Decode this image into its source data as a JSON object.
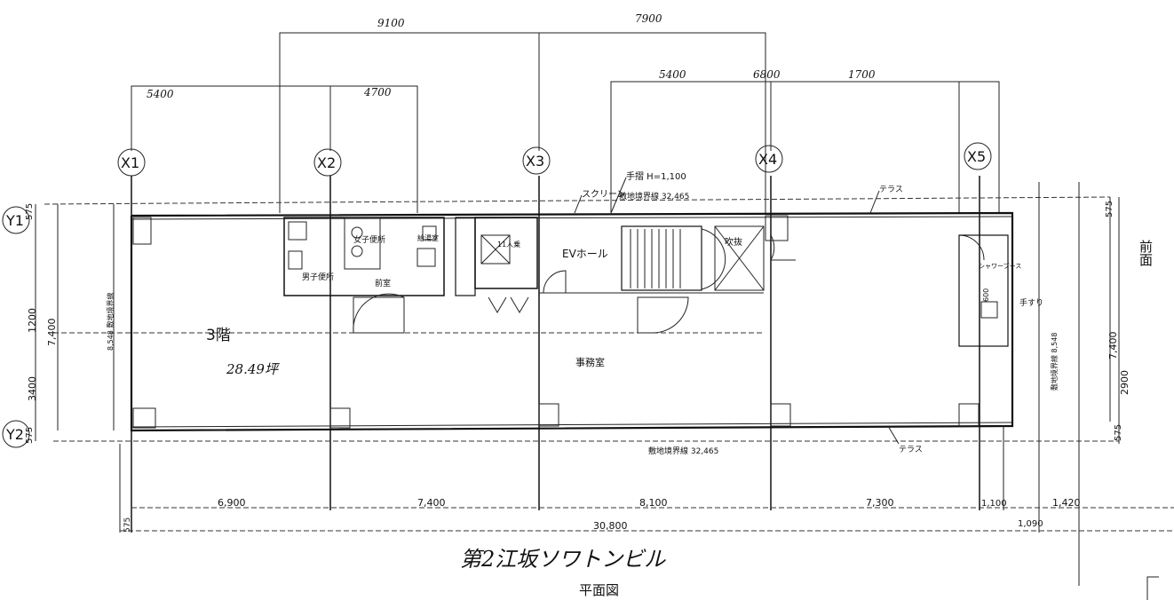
{
  "drawing": {
    "title": "第2江坂ソワトンビル",
    "subtitle": "平面図",
    "floor_label": "3階",
    "floor_area": "28.49坪"
  },
  "grid": {
    "x": [
      "X1",
      "X2",
      "X3",
      "X4",
      "X5"
    ],
    "y": [
      "Y1",
      "Y2"
    ]
  },
  "top_dimensions": {
    "upper": [
      "9100",
      "7900"
    ],
    "lower_left": [
      "5400",
      "4700"
    ],
    "lower_right": [
      "5400",
      "6800",
      "1700"
    ]
  },
  "bottom_dimensions": {
    "spans": [
      "6,900",
      "7,400",
      "8,100",
      "7,300",
      "1,100",
      "1,420"
    ],
    "total": "30,800",
    "left_offset": "575",
    "right_offset": "1,090"
  },
  "left_dimensions": {
    "top_offset": "575",
    "bottom_offset": "575",
    "upper": "1200",
    "overall": "7,400",
    "lower": "3400",
    "boundary": "8,548 敷地境界線"
  },
  "right_dimensions": {
    "top_offset": "575",
    "bottom_offset": "575",
    "overall": "7,400",
    "lower": "2900",
    "boundary": "敷地境界線 8,548"
  },
  "annotations": {
    "handrail": "手摺 H=1,100",
    "screen": "スクリーン",
    "boundary_top": "敷地境界線 32,465",
    "boundary_bottom": "敷地境界線 32,465",
    "terrace_top": "テラス",
    "terrace_bottom": "テラス",
    "front": "前面",
    "handrail_right": "手すり",
    "shower_booth": "シャワーブース",
    "right_dim_small": "600"
  },
  "rooms": {
    "office": "事務室",
    "ev_hall": "EVホール",
    "void": "吹抜",
    "womens_wc": "女子便所",
    "mens_wc": "男子便所",
    "kitchenette": "給湯室",
    "anteroom": "前室",
    "elevator": "11人乗"
  }
}
